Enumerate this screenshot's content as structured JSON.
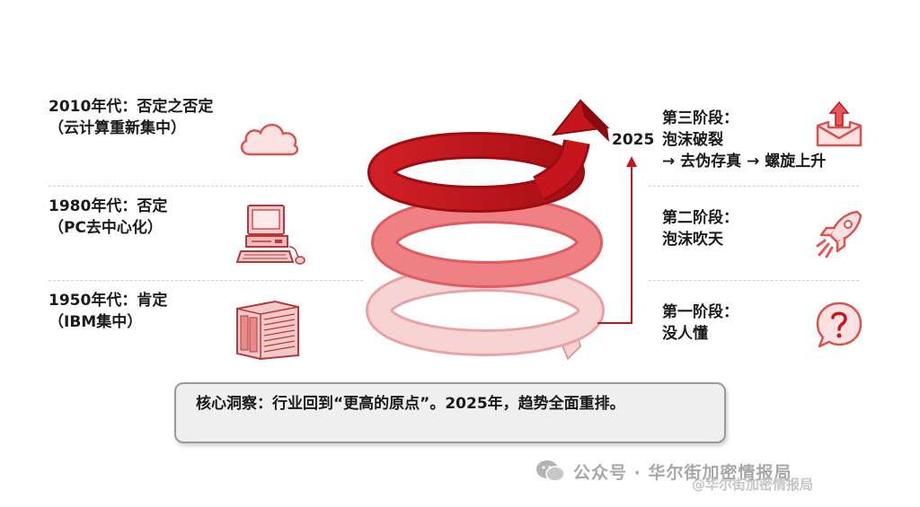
{
  "left_eras": [
    {
      "title": "2010年代：否定之否定",
      "subtitle": "（云计算重新集中）",
      "icon": "cloud-icon"
    },
    {
      "title": "1980年代：否定",
      "subtitle": "（PC去中心化）",
      "icon": "desktop-computer-icon"
    },
    {
      "title": "1950年代：肯定",
      "subtitle": "（IBM集中）",
      "icon": "mainframe-server-icon"
    }
  ],
  "year_label": "2025",
  "stages": [
    {
      "title": "第三阶段：",
      "line2": "泡沫破裂",
      "line3": "→ 去伪存真 → 螺旋上升",
      "icon": "upload-tray-icon"
    },
    {
      "title": "第二阶段：",
      "line2": "泡沫吹天",
      "icon": "rocket-icon"
    },
    {
      "title": "第一阶段：",
      "line2": "没人懂",
      "icon": "question-bubble-icon"
    }
  ],
  "insight": "核心洞察：行业回到“更高的原点”。2025年，趋势全面重排。",
  "watermark": {
    "main": "公众号 · 华尔街加密情报局",
    "small": "@华尔街加密情报局"
  },
  "colors": {
    "dark_red": "#c4161c",
    "mid_red": "#e7535a",
    "light_red": "#f3b7b9",
    "icon_red": "#d9534f"
  }
}
